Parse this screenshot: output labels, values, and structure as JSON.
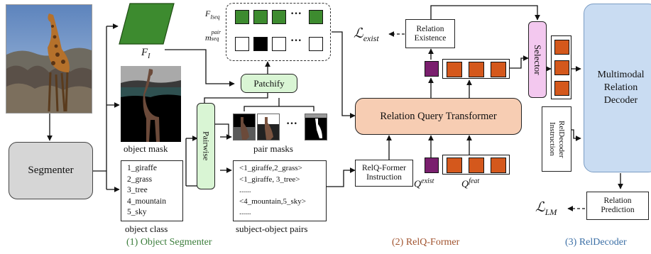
{
  "segmenter": {
    "label": "Segmenter"
  },
  "features": {
    "fi_label": "F",
    "fi_sub": "I",
    "fiseq_label": "F",
    "fiseq_sub": "Iseq",
    "mseq_label": "m",
    "mseq_sup": "pair",
    "mseq_sub": "seq",
    "ellipsis": "···"
  },
  "patchify": {
    "label": "Patchify"
  },
  "pairwise": {
    "label": "Pairwise"
  },
  "object_mask": {
    "caption": "object mask"
  },
  "pair_masks": {
    "caption": "pair masks",
    "ellipsis": "···"
  },
  "object_class": {
    "items": [
      "1_giraffe",
      "2_grass",
      "3_tree",
      "4_mountain",
      "5_sky"
    ],
    "caption": "object class"
  },
  "subject_object_pairs": {
    "items": [
      "<1_giraffe,2_grass>",
      "<1_giraffe, 3_tree>",
      "......",
      "<4_mountain,5_sky>",
      "......"
    ],
    "caption": "subject-object pairs"
  },
  "relq_former": {
    "query_transformer": "Relation Query Transformer",
    "instruction_l1": "RelQ-Former",
    "instruction_l2": "Instruction",
    "q_exist": "Q",
    "q_exist_sup": "exist",
    "q_feat": "Q",
    "q_feat_sup": "feat"
  },
  "relation_existence": {
    "line1": "Relation",
    "line2": "Existence"
  },
  "loss_exist": {
    "symbol": "ℒ",
    "sub": "exist"
  },
  "loss_lm": {
    "symbol": "ℒ",
    "sub": "LM"
  },
  "selector": {
    "label": "Selector"
  },
  "reldecoder_instruction": {
    "line1": "RelDecoder",
    "line2": "Instruction"
  },
  "decoder": {
    "line1": "Multimodal",
    "line2": "Relation",
    "line3": "Decoder"
  },
  "relation_prediction": {
    "line1": "Relation",
    "line2": "Prediction"
  },
  "stages": {
    "s1": "(1) Object Segmenter",
    "s2": "(2) RelQ-Former",
    "s3": "(3) RelDecoder"
  },
  "colors": {
    "stage1": "#3b7d3b",
    "stage2": "#a0522d",
    "stage3": "#3a6ea5",
    "green_token": "#3d8b2f",
    "orange_token": "#d4581c",
    "purple_token": "#7a1f6e",
    "transformer_fill": "#f7cdb3",
    "decoder_fill": "#c9dcf2",
    "selector_fill": "#f3c8ef",
    "light_green": "#d9f5d4",
    "segmenter_fill": "#d6d6d6"
  }
}
